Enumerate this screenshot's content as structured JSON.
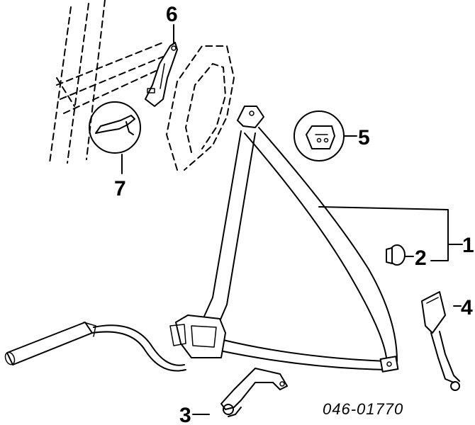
{
  "diagram": {
    "callouts": {
      "c1": "1",
      "c2": "2",
      "c3": "3",
      "c4": "4",
      "c5": "5",
      "c6": "6",
      "c7": "7"
    },
    "part_number": "046-01770"
  }
}
